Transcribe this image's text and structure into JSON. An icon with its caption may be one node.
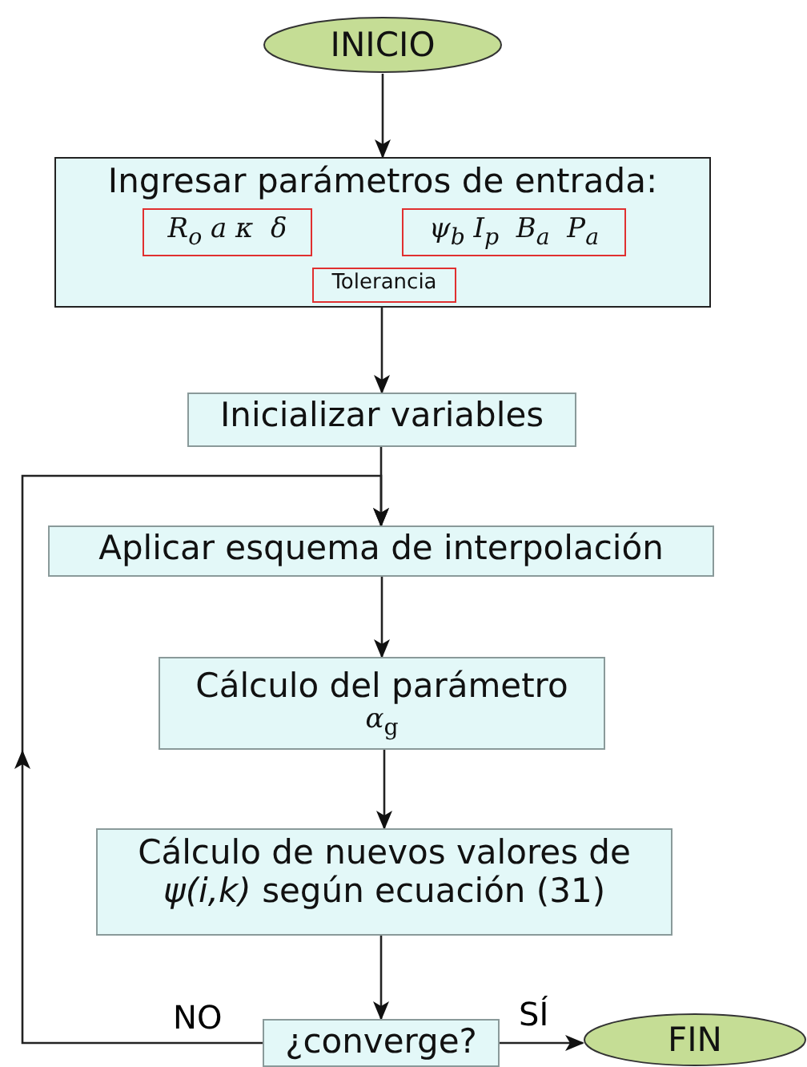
{
  "diagram": {
    "nodes": [
      {
        "text": [
          "INICIO"
        ]
      },
      {
        "text": [
          "Ingresar parámetros de entrada:"
        ]
      },
      {
        "text": [
          "R$_{o}$ a κ  δ"
        ],
        "in": 1
      },
      {
        "text": [
          "ψ$_{b}$ I$_{p}$  B$_{a}$  P$_{a}$"
        ],
        "in": 1
      },
      {
        "text": [
          "Tolerancia"
        ],
        "in": 1
      },
      {
        "text": [
          "Inicializar variables"
        ]
      },
      {
        "text": [
          "Aplicar esquema de interpolación"
        ]
      },
      {
        "text": [
          "Cálculo del parámetro",
          "*α*$_{g}$"
        ]
      },
      {
        "text": [
          "Cálculo de nuevos valores de *ψ(i,k)* según ecuación (31)"
        ]
      },
      {
        "text": [
          "¿converge?"
        ]
      },
      {
        "text": [
          "FIN"
        ]
      }
    ],
    "edges": [
      {
        "from": 0,
        "to": 1,
        "arrow": "to"
      },
      {
        "from": 1,
        "to": 5,
        "arrow": "to"
      },
      {
        "from": 5,
        "to": 6,
        "arrow": "to"
      },
      {
        "from": 6,
        "to": 7,
        "arrow": "to"
      },
      {
        "from": 7,
        "to": 8,
        "arrow": "to"
      },
      {
        "from": 8,
        "to": 9,
        "arrow": "to"
      },
      {
        "from": 9,
        "to": 10,
        "arrow": "to",
        "label": "SÍ"
      },
      {
        "from": 9,
        "to": 6,
        "arrow": "to",
        "label": "NO"
      }
    ]
  }
}
